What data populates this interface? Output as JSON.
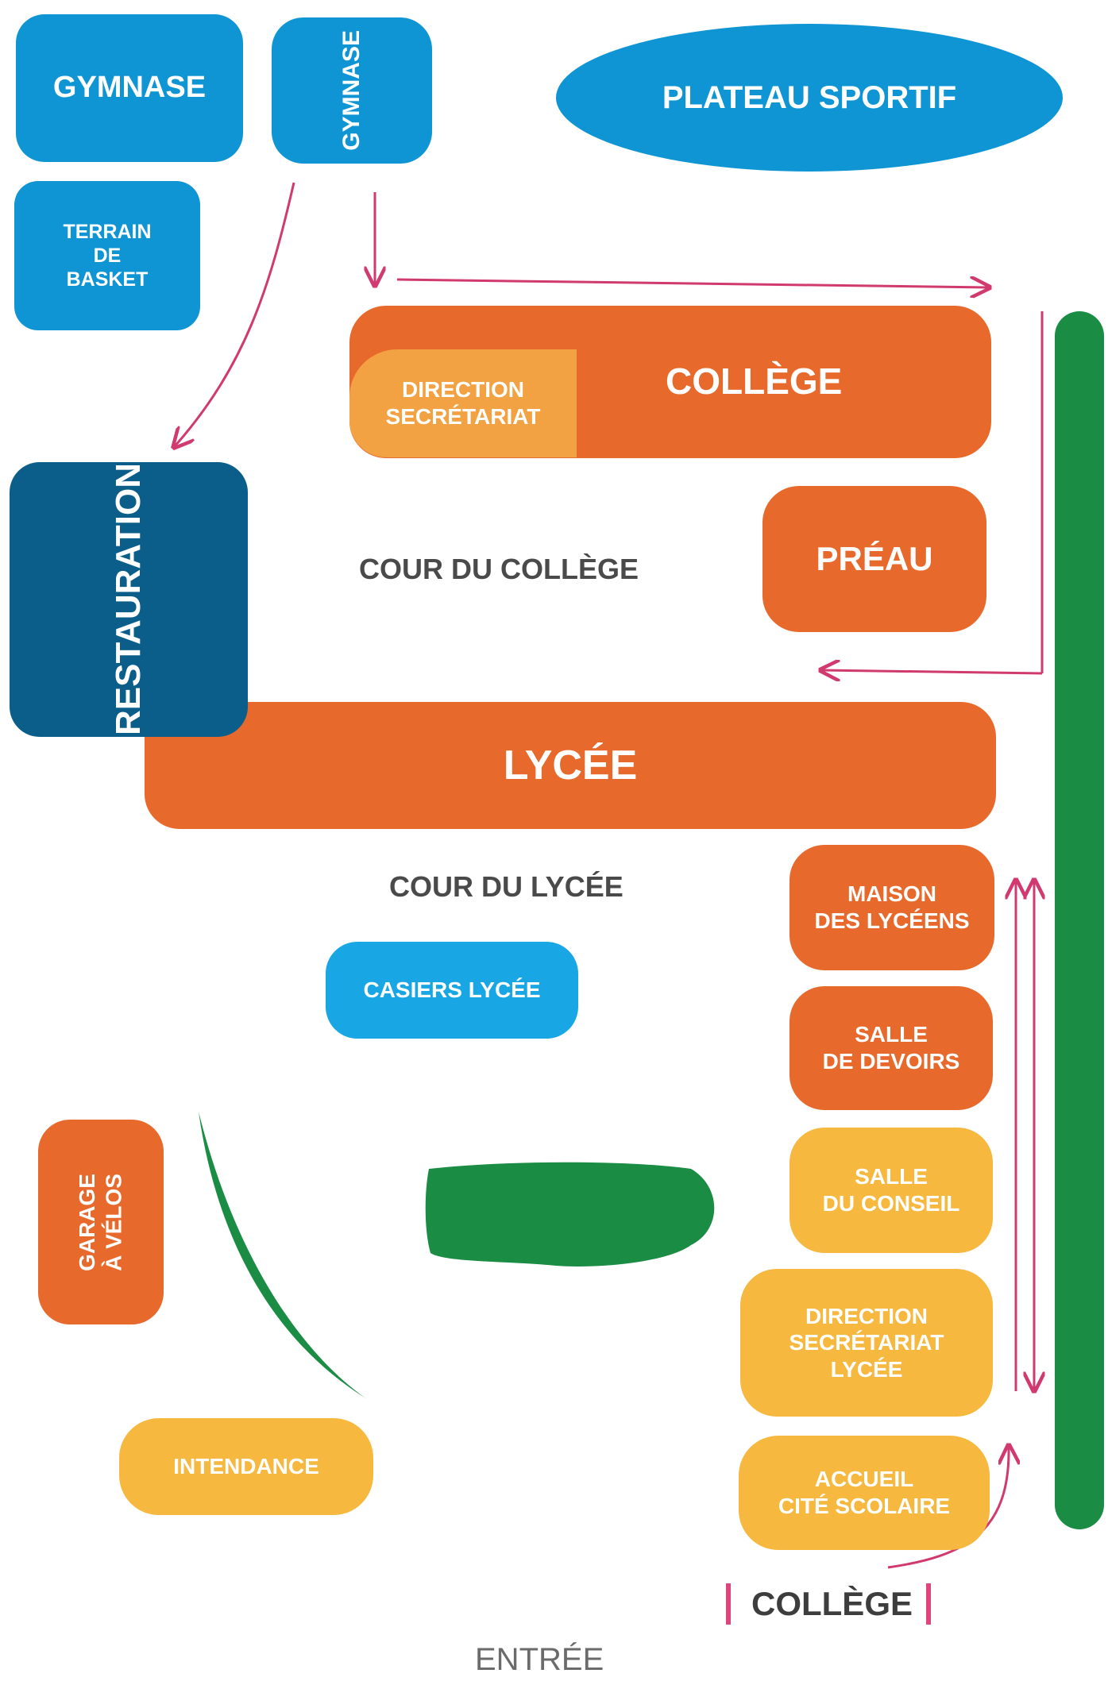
{
  "colors": {
    "sport_blue": "#0f95d3",
    "locker_blue": "#18a6e4",
    "restauration_blue": "#0c5e8a",
    "building_orange": "#e8692c",
    "direction_light_orange": "#f2a143",
    "admin_yellow": "#f6b83e",
    "green_space": "#1a8c43",
    "path_arrow": "#d03a6e"
  },
  "buildings": {
    "gymnase_1": "GYMNASE",
    "gymnase_2": "GYMNASE",
    "plateau_sportif": "PLATEAU SPORTIF",
    "terrain_basket": "TERRAIN\nDE\nBASKET",
    "college": "COLLÈGE",
    "direction_college": "DIRECTION\nSECRÉTARIAT",
    "restauration": "RESTAURATION",
    "preau": "PRÉAU",
    "lycee": "LYCÉE",
    "maison_lyceens": "MAISON\nDES LYCÉENS",
    "salle_devoirs": "SALLE\nDE DEVOIRS",
    "salle_conseil": "SALLE\nDU CONSEIL",
    "direction_lycee": "DIRECTION\nSECRÉTARIAT\nLYCÉE",
    "accueil": "ACCUEIL\nCITÉ SCOLAIRE",
    "casiers": "CASIERS LYCÉE",
    "garage_velos": "GARAGE\nÀ VÉLOS",
    "intendance": "INTENDANCE"
  },
  "zones": {
    "cour_college": "COUR DU COLLÈGE",
    "cour_lycee": "COUR DU LYCÉE",
    "college_entrance": "COLLÈGE",
    "entree": "ENTRÉE"
  }
}
